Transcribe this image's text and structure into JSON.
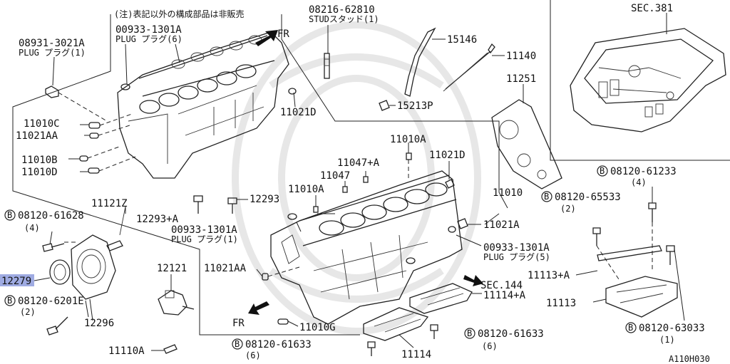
{
  "note": "(注)表記以外の構成部品は非販売",
  "drawing_id": "A110H030",
  "direction": "FR",
  "bolt_symbol": "B",
  "sections": {
    "oil_pan": "SEC.381",
    "sec144": "SEC.144"
  },
  "labels": {
    "p08931": "08931-3021A",
    "p08931_sub": "PLUG プラグ(1)",
    "p00933a": "00933-1301A",
    "p00933a_sub": "PLUG プラグ(6)",
    "p08216": "08216-62810",
    "p08216_sub": "STUDスタッド(1)",
    "p15146": "15146",
    "p11140": "11140",
    "p11251": "11251",
    "p15213p": "15213P",
    "p11021d_top": "11021D",
    "p11010c": "11010C",
    "p11021aa_l": "11021AA",
    "p11010b": "11010B",
    "p11010d": "11010D",
    "p11010a_top": "11010A",
    "p11047a": "11047+A",
    "p11021d_mid": "11021D",
    "p11047": "11047",
    "p11010a_mid": "11010A",
    "p11010": "11010",
    "p12293": "12293",
    "p12293a": "12293+A",
    "p00933b": "00933-1301A",
    "p00933b_sub": "PLUG プラグ(1)",
    "p11021a": "11021A",
    "p00933c": "00933-1301A",
    "p00933c_sub": "PLUG プラグ(5)",
    "p11121z": "11121Z",
    "p08120_61628": "08120-61628",
    "p08120_61628_q": "(4)",
    "p12279": "12279",
    "p08120_6201e": "08120-6201E",
    "p08120_6201e_q": "(2)",
    "p12296": "12296",
    "p12121": "12121",
    "p11021aa_b": "11021AA",
    "p11114a": "11114+A",
    "p11010g": "11010G",
    "p11110a": "11110A",
    "p08120_61633_l": "08120-61633",
    "p08120_61633_l_q": "(6)",
    "p11114": "11114",
    "p08120_61633_r": "08120-61633",
    "p08120_61633_r_q": "(6)",
    "p08120_61233": "08120-61233",
    "p08120_61233_q": "(4)",
    "p08120_65533": "08120-65533",
    "p08120_65533_q": "(2)",
    "p11113a": "11113+A",
    "p11113": "11113",
    "p08120_63033": "08120-63033",
    "p08120_63033_q": "(1)"
  },
  "highlight": {
    "part": "12279",
    "color": "#7f8fd8"
  }
}
